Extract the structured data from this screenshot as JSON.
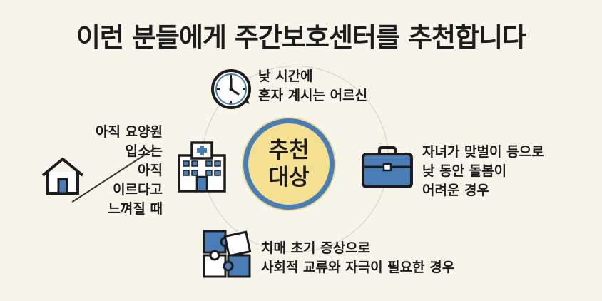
{
  "title": "이런 분들에게 주간보호센터를 추천합니다",
  "center": {
    "line1": "추천",
    "line2": "대상"
  },
  "items": [
    {
      "id": "daytime-alone",
      "lines": [
        "낮 시간에",
        "혼자 계시는 어르신"
      ],
      "icon": "clock-icon"
    },
    {
      "id": "working-children",
      "lines": [
        "자녀가 맞벌이 등으로",
        "낮 동안 돌봄이",
        "어려운 경우"
      ],
      "icon": "briefcase-icon"
    },
    {
      "id": "early-dementia",
      "lines": [
        "치매 초기 증상으로",
        "사회적 교류와 자극이 필요한 경우"
      ],
      "icon": "puzzle-icon"
    },
    {
      "id": "nursing-home-early",
      "lines_left": [
        "아직 요양원",
        "입소는"
      ],
      "lines_right": [
        "아직",
        "이르다고",
        "느껴질 때"
      ],
      "icons": [
        "house-icon",
        "hospital-icon"
      ]
    }
  ],
  "colors": {
    "accent_blue": "#4a7db5",
    "center_fill": "#f5df91",
    "background": "#f7f4ea"
  }
}
